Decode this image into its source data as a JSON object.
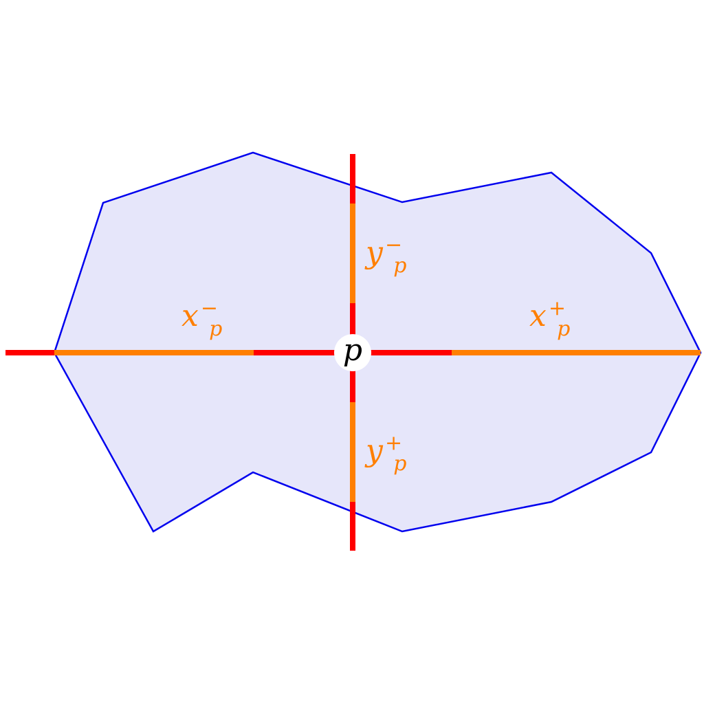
{
  "colors": {
    "region_fill": "#e6e6fa",
    "region_stroke": "#0000ee",
    "axis_line": "#ff0000",
    "segment": "#ff7f00",
    "point_fill": "#ffffff",
    "point_label": "#000000"
  },
  "labels": {
    "point": "p",
    "x_minus": {
      "base": "x",
      "sub": "p",
      "sup": "−"
    },
    "x_plus": {
      "base": "x",
      "sub": "p",
      "sup": "+"
    },
    "y_minus": {
      "base": "y",
      "sub": "p",
      "sup": "−"
    },
    "y_plus": {
      "base": "y",
      "sub": "p",
      "sup": "+"
    }
  }
}
